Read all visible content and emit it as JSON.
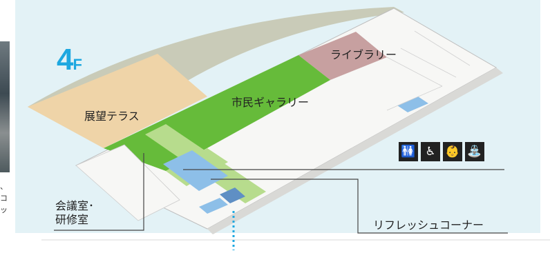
{
  "floor": {
    "number": "4",
    "suffix": "F"
  },
  "rooms": {
    "library": "ライブラリー",
    "gallery": "市民ギャラリー",
    "terrace": "展望テラス",
    "meeting_line1": "会議室･",
    "meeting_line2": "研修室",
    "refresh_corner": "リフレッシュコーナー"
  },
  "side_text": [
    "、",
    "コ",
    "ッ"
  ],
  "facility_icons": [
    "restroom-icon",
    "accessible-icon",
    "baby-care-icon",
    "ostomate-icon"
  ],
  "colors": {
    "background": "#e3f2f6",
    "floor_plate": "#f7f7f5",
    "roof": "#c9cbb8",
    "gallery_green": "#66bb3a",
    "light_green": "#b7dc8d",
    "terrace": "#efd4a8",
    "library": "#c7a0a0",
    "refresh_blue": "#8dbfe8",
    "floor_number": "#1ea8e0"
  }
}
